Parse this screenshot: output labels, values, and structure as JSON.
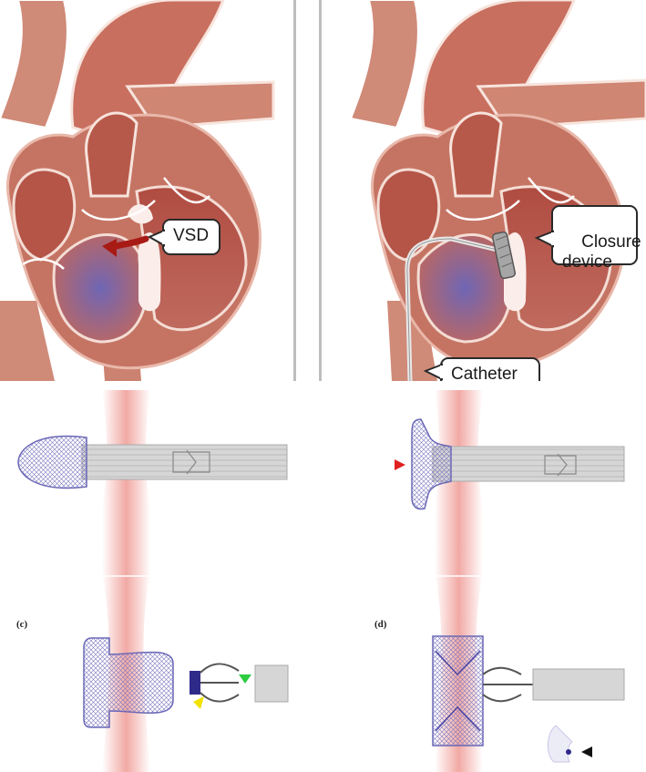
{
  "labels": {
    "vsd": "VSD",
    "closure_device": "Closure\ndevice",
    "catheter": "Catheter",
    "panel_c": "(c)",
    "panel_d": "(d)"
  },
  "colors": {
    "heart_muscle": "#c0695a",
    "heart_light": "#d99585",
    "vessel": "#cf8a78",
    "chamber_blue": "#7b6bb0",
    "device_blue": "#8a86c8",
    "catheter_gray": "#c8c8c8",
    "marker_red": "#e02020",
    "marker_green": "#2ecc40",
    "marker_yellow": "#f2e200",
    "marker_black": "#111111"
  }
}
